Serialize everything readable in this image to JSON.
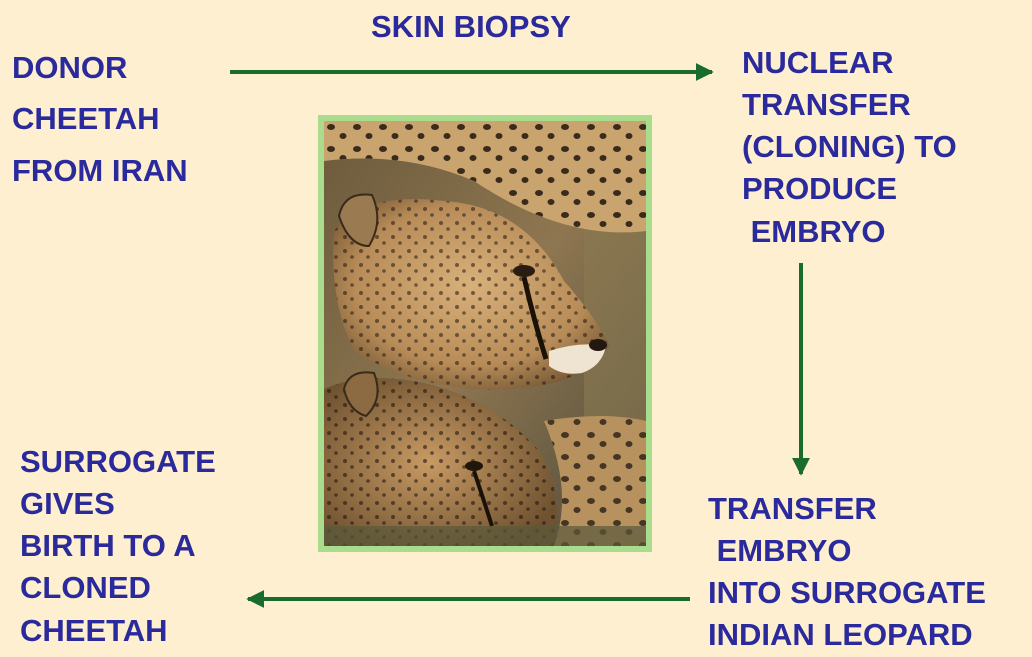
{
  "diagram": {
    "edge_label_biopsy": "SKIN BIOPSY",
    "nodes": {
      "donor": "DONOR\nCHEETAH\nFROM IRAN",
      "nuclear_transfer": "NUCLEAR\nTRANSFER\n(CLONING) TO\nPRODUCE\n EMBRYO",
      "transfer_embryo": "TRANSFER\n EMBRYO\nINTO SURROGATE\nINDIAN LEOPARD",
      "surrogate_birth": "SURROGATE\nGIVES\nBIRTH TO A\nCLONED\nCHEETAH"
    }
  },
  "colors": {
    "background": "#fdefcf",
    "text": "#2a2a9c",
    "arrow": "#1a6b2e",
    "photo_border": "#a9dc8c"
  },
  "image": {
    "subject": "cheetah-mother-and-cub-photo"
  }
}
